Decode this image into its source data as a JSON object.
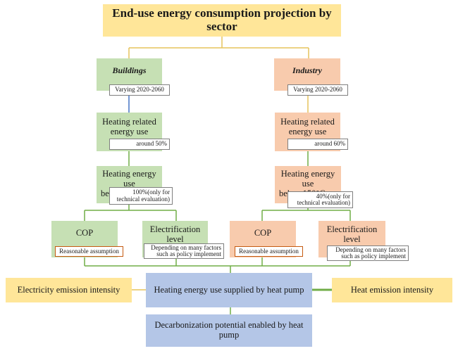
{
  "title": "End-use energy consumption projection by sector",
  "buildings": {
    "label": "Buildings",
    "varying": "Varying 2020-2060",
    "heating_related_line1": "Heating related",
    "heating_related_line2": "energy use",
    "share": "around 50%",
    "below_line1": "Heating energy use",
    "below_line2": "below 80°C",
    "tech_line1": "100%(only for",
    "tech_line2": "technical evaluation)",
    "cop": "COP",
    "cop_tag": "Reasonable assumption",
    "elec_line1": "Electrification",
    "elec_line2": "level",
    "elec_tag_line1": "Depending on many factors",
    "elec_tag_line2": "such as policy implement"
  },
  "industry": {
    "label": "Industry",
    "varying": "Varying 2020-2060",
    "heating_related_line1": "Heating related",
    "heating_related_line2": "energy use",
    "share": "around 60%",
    "below_line1": "Heating energy use",
    "below_line2": "below 150°C",
    "tech_line1": "40%(only for",
    "tech_line2": "technical evaluation)",
    "cop": "COP",
    "cop_tag": "Reasonable assumption",
    "elec_line1": "Electrification",
    "elec_line2": "level",
    "elec_tag_line1": "Depending on many factors",
    "elec_tag_line2": "such as policy implement"
  },
  "electricity_emission": "Electricity emission intensity",
  "heat_pump_supply": "Heating energy use supplied by heat pump",
  "heat_emission": "Heat emission intensity",
  "decarbonization": "Decarbonization potential enabled by heat pump",
  "colors": {
    "yellow": "#ffe699",
    "green": "#c6e0b4",
    "salmon": "#f8cbad",
    "blue": "#b4c6e7",
    "connector_yellow": "#e6c35c",
    "connector_green": "#70ad47",
    "connector_blue": "#4472c4",
    "tag_orange_border": "#c55a11"
  }
}
